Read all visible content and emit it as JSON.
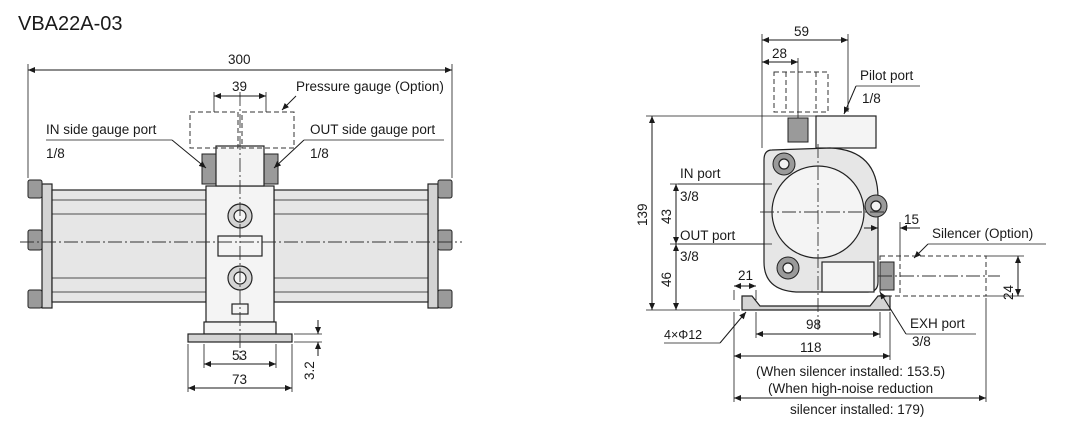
{
  "title": "VBA22A-03",
  "front_view": {
    "dims": {
      "overall_length": "300",
      "gauge_spacing": "39",
      "bracket_inner": "53",
      "bracket_outer": "73",
      "plate_thickness": "3.2"
    },
    "labels": {
      "pressure_gauge": "Pressure gauge (Option)",
      "in_gauge_port": "IN side gauge port",
      "in_gauge_size": "1/8",
      "out_gauge_port": "OUT side gauge port",
      "out_gauge_size": "1/8"
    }
  },
  "side_view": {
    "dims": {
      "top_width": "59",
      "pilot_offset": "28",
      "height": "139",
      "in_height": "43",
      "out_height": "46",
      "silencer_offset": "15",
      "silencer_dia": "24",
      "mount_offset": "21",
      "mount_span": "98",
      "base_width": "118"
    },
    "labels": {
      "pilot_port": "Pilot port",
      "pilot_size": "1/8",
      "in_port": "IN port",
      "in_size": "3/8",
      "out_port": "OUT port",
      "out_size": "3/8",
      "silencer": "Silencer (Option)",
      "exh_port": "EXH port",
      "exh_size": "3/8",
      "mount_holes": "4×Φ12",
      "note_silencer": "(When silencer installed: 153.5)",
      "note_high_noise_1": "(When high-noise reduction",
      "note_high_noise_2": "silencer installed: 179)"
    }
  }
}
